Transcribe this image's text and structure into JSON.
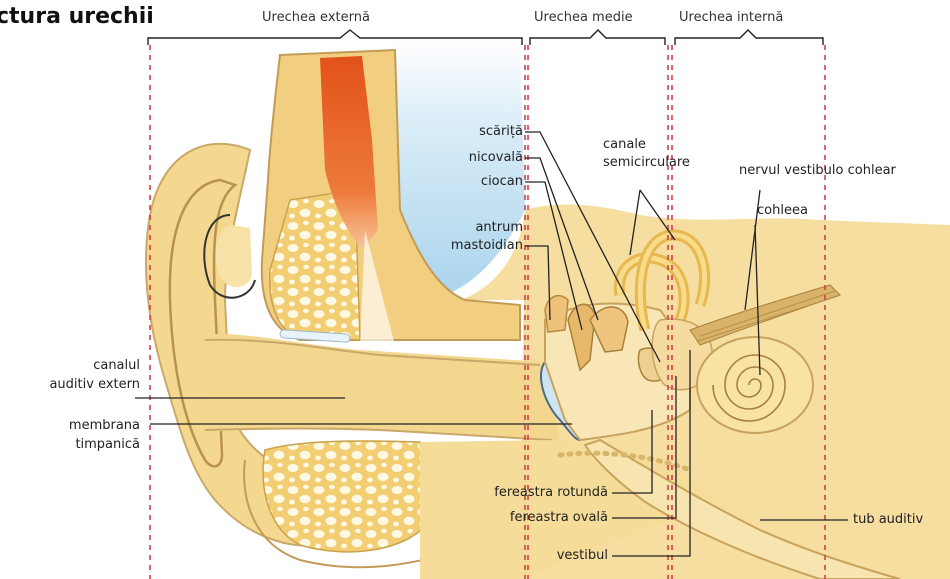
{
  "title": "ctura urechii",
  "sections": {
    "outer": "Urechea externă",
    "middle": "Urechea medie",
    "inner": "Urechea internă"
  },
  "labels": {
    "scarita": "scăriță",
    "nicovala": "nicovală",
    "ciocan": "ciocan",
    "antrum_1": "antrum",
    "antrum_2": "mastoidian",
    "canale_1": "canale",
    "canale_2": "semicirculare",
    "nervul": "nervul vestibulo cohlear",
    "cohleea": "cohleea",
    "canalul_1": "canalul",
    "canalul_2": "auditiv extern",
    "membrana_1": "membrana",
    "membrana_2": "timpanică",
    "fereastra_rotunda": "fereastra rotundă",
    "fereastra_ovala": "fereastra ovală",
    "vestibul": "vestibul",
    "tub_auditiv": "tub auditiv"
  },
  "colors": {
    "skin": "#f5dc98",
    "skin_light": "#fbe9b8",
    "skin_dark": "#e8c778",
    "outline": "#caa86a",
    "bone": "#fff6d6",
    "sky": "#bfe0f2",
    "muscle": "#e65a1e",
    "divider": "#d2404a"
  }
}
